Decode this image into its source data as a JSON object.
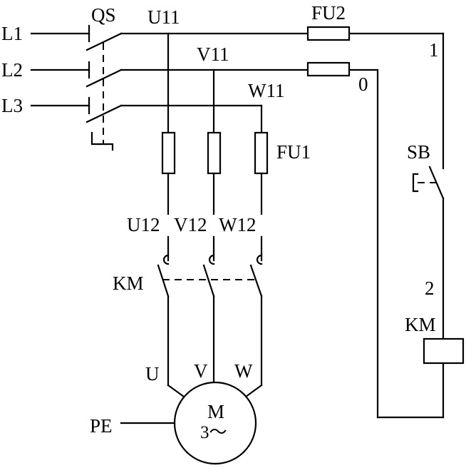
{
  "labels": {
    "l1": "L1",
    "l2": "L2",
    "l3": "L3",
    "qs": "QS",
    "u11": "U11",
    "v11": "V11",
    "w11": "W11",
    "fu2": "FU2",
    "fu1": "FU1",
    "node_1": "1",
    "node_0": "0",
    "node_2": "2",
    "sb": "SB",
    "km_main": "KM",
    "km_coil": "KM",
    "u12": "U12",
    "v12": "V12",
    "w12": "W12",
    "u": "U",
    "v": "V",
    "w": "W",
    "pe": "PE",
    "motor_m": "M",
    "motor_phase": "3～"
  }
}
